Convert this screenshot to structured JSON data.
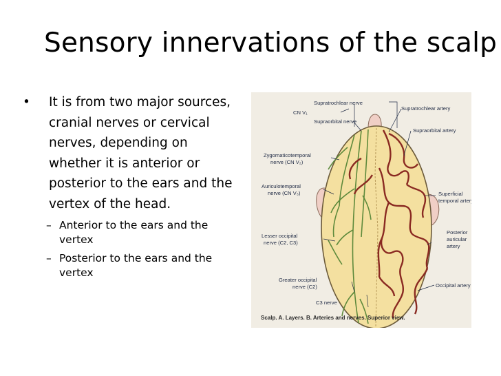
{
  "slide": {
    "title": "Sensory innervations of the scalp",
    "bullets": [
      {
        "text": "It is from two major sources, cranial nerves or cervical nerves, depending on whether it is anterior or posterior to the ears and the vertex of the head.",
        "sub": [
          "Anterior to the ears and the vertex",
          "Posterior to the ears and the vertex"
        ]
      }
    ],
    "bullet_glyph": "•",
    "dash_glyph": "–"
  },
  "figure": {
    "labels": {
      "cn_v1": "CN V₁",
      "supratrochlear_nerve": "Supratrochlear nerve",
      "supraorbital_nerve": "Supraorbital nerve",
      "zygomaticotemporal_1": "Zygomaticotemporal",
      "zygomaticotemporal_2": "nerve (CN V₂)",
      "auriculotemporal_1": "Auriculotemporal",
      "auriculotemporal_2": "nerve (CN V₃)",
      "lesser_occipital_1": "Lesser occipital",
      "lesser_occipital_2": "nerve (C2, C3)",
      "greater_occipital_1": "Greater occipital",
      "greater_occipital_2": "nerve (C2)",
      "c3_nerve": "C3 nerve",
      "supratrochlear_artery": "Supratrochlear artery",
      "supraorbital_artery": "Supraorbital artery",
      "superficial_temporal_1": "Superficial",
      "superficial_temporal_2": "temporal artery",
      "posterior_auricular_1": "Posterior",
      "posterior_auricular_2": "auricular",
      "posterior_auricular_3": "artery",
      "occipital_artery": "Occipital artery"
    },
    "caption": "Scalp. A. Layers. B. Arteries and nerves. Superior view.",
    "colors": {
      "background": "#f1ede4",
      "scalp_fill": "#f4e0a0",
      "artery": "#8a2a22",
      "nerve": "#5e8a3c",
      "ear": "#f0cfc6"
    }
  }
}
